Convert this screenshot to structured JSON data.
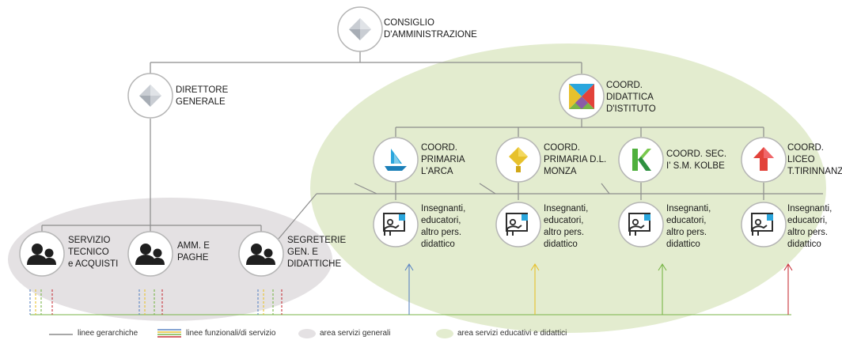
{
  "nodes": {
    "cda": [
      "CONSIGLIO",
      "D'AMMINISTRAZIONE"
    ],
    "dg": [
      "DIRETTORE",
      "GENERALE"
    ],
    "cdi": [
      "COORD.",
      "DIDATTICA",
      "D'ISTITUTO"
    ],
    "primaria_arca": [
      "COORD.",
      "PRIMARIA",
      "L'ARCA"
    ],
    "primaria_monza": [
      "COORD.",
      "PRIMARIA D.L.",
      "MONZA"
    ],
    "sec_kolbe": [
      "COORD. SEC.",
      "I' S.M. KOLBE"
    ],
    "liceo": [
      "COORD.",
      "LICEO",
      "T.TIRINNANZI"
    ],
    "servizio_tecnico": [
      "SERVIZIO",
      "TECNICO",
      "e ACQUISTI"
    ],
    "amm_paghe": [
      "AMM. E",
      "PAGHE"
    ],
    "segreterie": [
      "SEGRETERIE",
      "GEN. E",
      "DIDATTICHE"
    ],
    "insegnanti": [
      "Insegnanti,",
      "educatori,",
      "altro pers.",
      "didattico"
    ]
  },
  "legend": {
    "gerarchiche": "linee gerarchiche",
    "funzionali": "linee funzionali/di servizio",
    "area_generali": "area servizi generali",
    "area_educativi": "area servizi educativi e didattici"
  },
  "colors": {
    "hier_line": "#8c8c8c",
    "area_generali": "#e4e1e3",
    "area_educativi": "#e3eccf",
    "blue": "#5b84c4",
    "yellow": "#e7c12c",
    "green": "#79b548",
    "red": "#c8323a"
  }
}
